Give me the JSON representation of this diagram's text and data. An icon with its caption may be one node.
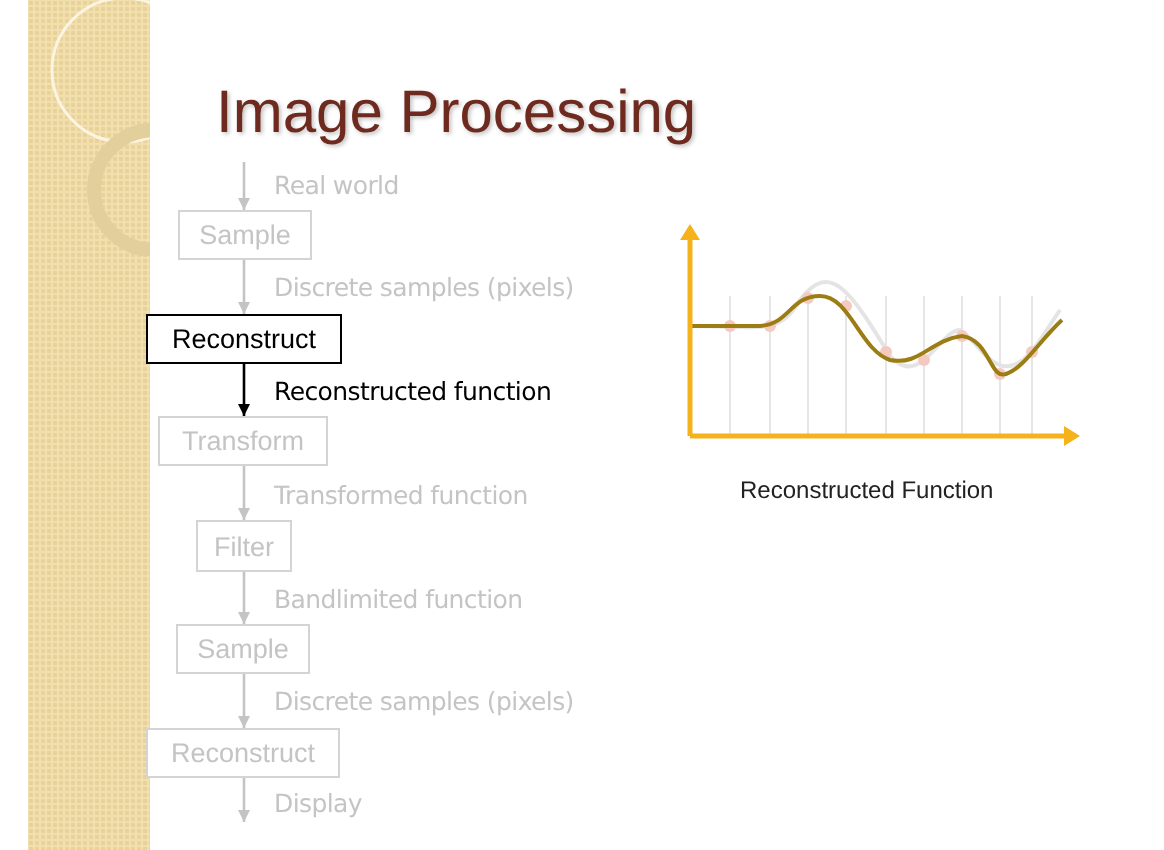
{
  "diagram": {
    "title": "Image Processing",
    "nodes": [
      {
        "text": [
          "Sample"
        ]
      },
      {
        "text": [
          "Reconstruct"
        ]
      },
      {
        "text": [
          "Transform"
        ]
      },
      {
        "text": [
          "Filter"
        ]
      },
      {
        "text": [
          "Sample"
        ]
      },
      {
        "text": [
          "Reconstruct"
        ]
      }
    ],
    "edges": [
      {
        "from": null,
        "to": 0,
        "arrow": "to",
        "label": "Real world"
      },
      {
        "from": 0,
        "to": 1,
        "arrow": "to",
        "label": "Discrete samples (pixels)"
      },
      {
        "from": 1,
        "to": 2,
        "arrow": "to",
        "label": "Reconstructed function",
        "color": "#000000"
      },
      {
        "from": 2,
        "to": 3,
        "arrow": "to",
        "label": "Transformed function"
      },
      {
        "from": 3,
        "to": 4,
        "arrow": "to",
        "label": "Bandlimited function"
      },
      {
        "from": 4,
        "to": 5,
        "arrow": "to",
        "label": "Discrete samples (pixels)"
      },
      {
        "from": 5,
        "to": null,
        "arrow": "to",
        "label": "Display"
      }
    ],
    "labels": [
      "Reconstructed Function"
    ]
  }
}
